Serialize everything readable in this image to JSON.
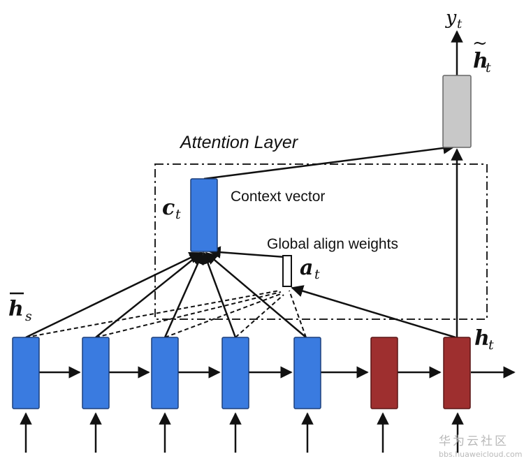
{
  "diagram": {
    "layer_title": "Attention Layer",
    "context_label": "Context vector",
    "align_label": "Global align weights",
    "symbols": {
      "output": "y",
      "output_sub": "t",
      "attn_hidden": "h",
      "attn_hidden_sub": "t",
      "context": "c",
      "context_sub": "t",
      "align": "a",
      "align_sub": "t",
      "source_hidden": "h",
      "source_hidden_sub": "s",
      "target_hidden": "h",
      "target_hidden_sub": "t"
    },
    "colors": {
      "encoder_cell": "#3a7be0",
      "decoder_cell": "#9e2f2f",
      "output_cell": "#c8c8c8",
      "stroke": "#111111"
    }
  },
  "watermark": {
    "line1": "华为云社区",
    "line2": "bbs.huaweicloud.com"
  }
}
